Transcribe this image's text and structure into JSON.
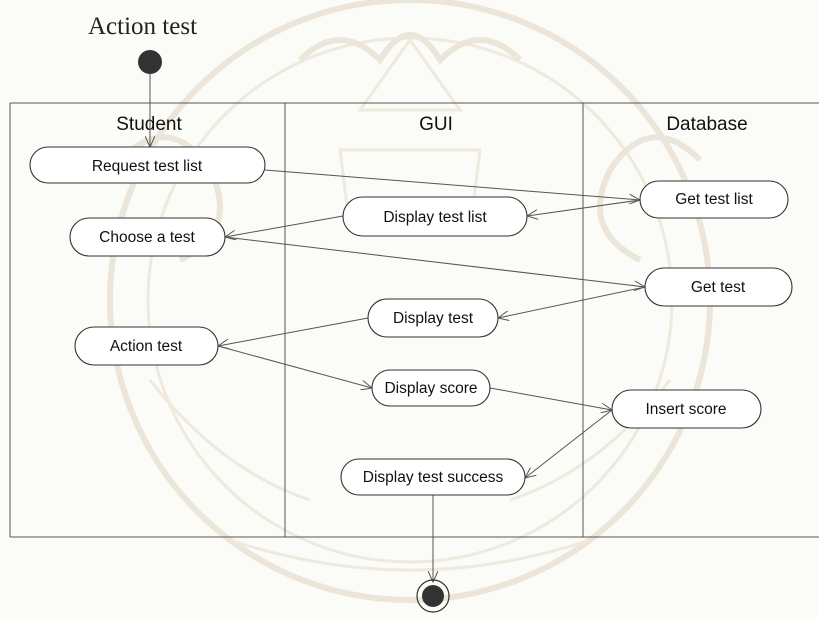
{
  "diagram": {
    "title": "Action test",
    "lanes": {
      "student": "Student",
      "gui": "GUI",
      "database": "Database"
    },
    "activities": {
      "request_test_list": "Request test list",
      "choose_a_test": "Choose a test",
      "action_test": "Action test",
      "display_test_list": "Display test list",
      "display_test": "Display test",
      "display_score": "Display score",
      "display_test_success": "Display test success",
      "get_test_list": "Get test list",
      "get_test": "Get test",
      "insert_score": "Insert score"
    }
  },
  "colors": {
    "node_fill": "#333333",
    "line": "#555555",
    "watermark": "#ece6da"
  }
}
